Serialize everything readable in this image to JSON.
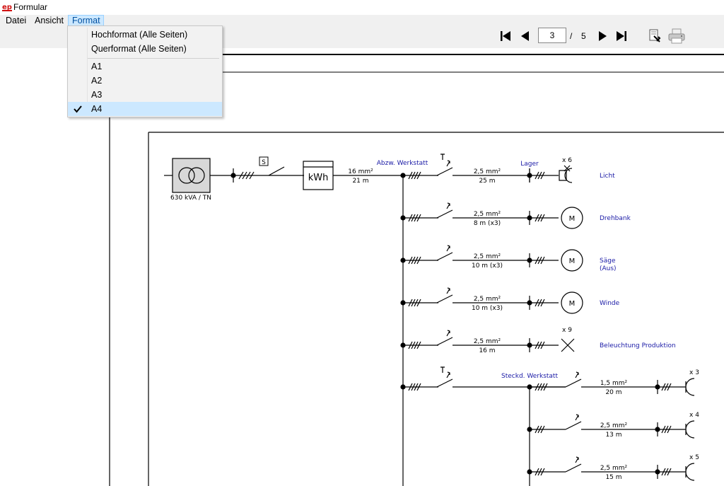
{
  "window": {
    "title": "Formular"
  },
  "menubar": {
    "items": [
      "Datei",
      "Ansicht",
      "Format"
    ],
    "active": "Format"
  },
  "format_menu": {
    "items": [
      "Hochformat (Alle Seiten)",
      "Querformat (Alle Seiten)",
      "A1",
      "A2",
      "A3",
      "A4"
    ],
    "checked": "A4"
  },
  "toolbar": {
    "current_page": "3",
    "page_separator": "/",
    "total_pages": "5"
  },
  "diagram": {
    "transformer_label": "630 kVA / TN",
    "meter_label": "kWh",
    "main_cable": {
      "cross": "16 mm²",
      "length": "21 m"
    },
    "switch_box_label": "S",
    "labels": {
      "abzw": "Abzw. Werkstatt",
      "lager": "Lager",
      "steckd": "Steckd. Werkstatt"
    },
    "branches": [
      {
        "cross": "2,5 mm²",
        "length": "25 m",
        "name": "Licht",
        "count": "x 6"
      },
      {
        "cross": "2,5 mm²",
        "length": "8 m (x3)",
        "name": "Drehbank",
        "motor": "M"
      },
      {
        "cross": "2,5 mm²",
        "length": "10 m (x3)",
        "name": "Säge",
        "name2": "(Aus)",
        "motor": "M"
      },
      {
        "cross": "2,5 mm²",
        "length": "10 m (x3)",
        "name": "Winde",
        "motor": "M"
      },
      {
        "cross": "2,5 mm²",
        "length": "16 m",
        "name": "Beleuchtung Produktion",
        "count": "x 9"
      }
    ],
    "sockets": [
      {
        "cross": "1,5 mm²",
        "length": "20 m",
        "count": "x 3"
      },
      {
        "cross": "2,5 mm²",
        "length": "13 m",
        "count": "x 4"
      },
      {
        "cross": "2,5 mm²",
        "length": "15 m",
        "count": "x 5"
      }
    ],
    "colors": {
      "label_blue": "#1a1aa6",
      "line": "#000000"
    }
  }
}
